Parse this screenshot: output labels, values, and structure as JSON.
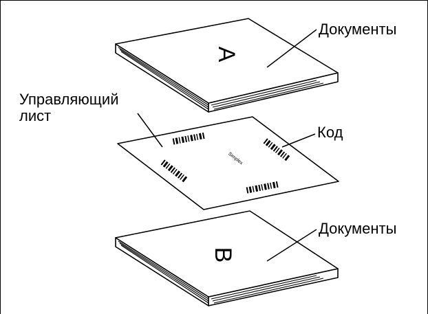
{
  "labels": {
    "documents_top": "Документы",
    "control_sheet_line1": "Управляющий",
    "control_sheet_line2": "лист",
    "code": "Код",
    "documents_bottom": "Документы"
  },
  "stack_top": {
    "letter": "A"
  },
  "stack_bottom": {
    "letter": "B"
  },
  "control_sheet": {
    "center_text": "Simplex"
  },
  "colors": {
    "ink": "#000000",
    "paper": "#ffffff"
  }
}
